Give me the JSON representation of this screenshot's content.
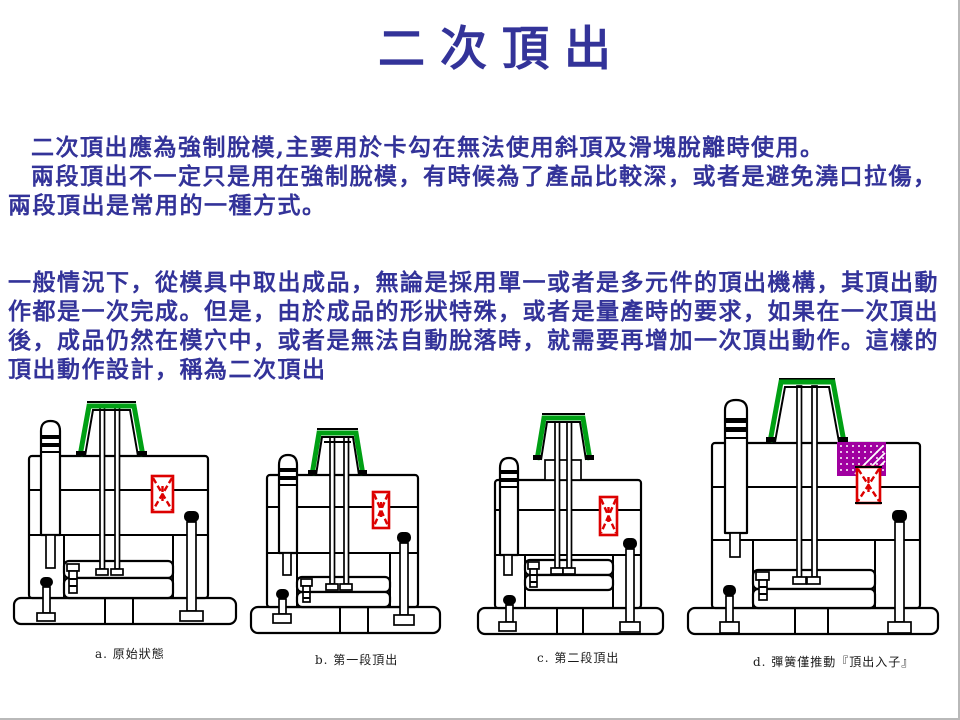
{
  "slide": {
    "title": "二次頂出",
    "intro": {
      "line1": "二次頂出應為強制脫模,主要用於卡勾在無法使用斜頂及滑塊脫離時使用。",
      "line2": "兩段頂出不一定只是用在強制脫模，有時候為了產品比較深，或者是避免澆口拉傷，",
      "line3": "兩段頂出是常用的一種方式。"
    },
    "body": {
      "line1": "一般情況下，從模具中取出成品，無論是採用單一或者是多元件的頂出機構，其頂出動",
      "line2": "作都是一次完成。但是，由於成品的形狀特殊，或者是量產時的要求，如果在一次頂出",
      "line3": "後，成品仍然在模穴中，或者是無法自動脫落時，就需要再增加一次頂出動作。這樣的",
      "line4": "頂出動作設計，稱為二次頂出"
    },
    "figures": [
      {
        "caption": "a. 原始狀態"
      },
      {
        "caption": "b. 第一段頂出"
      },
      {
        "caption": "c. 第二段頂出"
      },
      {
        "caption": "d. 彈簧僅推動『頂出入子』"
      }
    ],
    "colors": {
      "text_navy": "#333399",
      "product_green": "#00a014",
      "spring_red": "#dd0000",
      "insert_purple": "#a000a0",
      "outline_black": "#000000",
      "background": "#ffffff"
    }
  }
}
